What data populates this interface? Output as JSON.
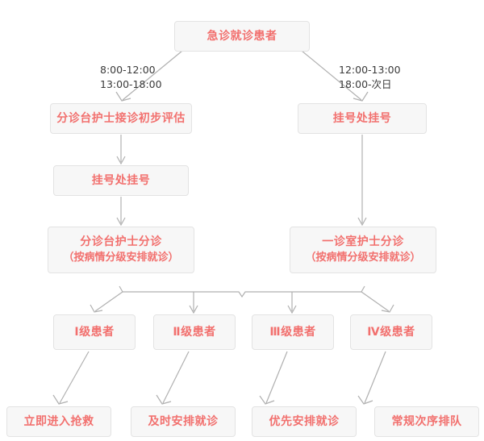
{
  "diagram": {
    "title_node": {
      "id": "root",
      "label": "急诊就诊患者"
    },
    "branch_labels": {
      "left_line1": "8:00-12:00",
      "left_line2": "13:00-18:00",
      "right_line1": "12:00-13:00",
      "right_line2": "18:00-次日"
    },
    "nodes": {
      "left_triage_assess": "分诊台护士接诊初步评估",
      "left_register": "挂号处挂号",
      "right_register": "挂号处挂号",
      "left_triage_title": "分诊台护士分诊",
      "left_triage_sub": "（按病情分级安排就诊）",
      "right_triage_title": "一诊室护士分诊",
      "right_triage_sub": "（按病情分级安排就诊）"
    },
    "levels": [
      {
        "id": "level-1",
        "label": "Ⅰ级患者"
      },
      {
        "id": "level-2",
        "label": "Ⅱ级患者"
      },
      {
        "id": "level-3",
        "label": "Ⅲ级患者"
      },
      {
        "id": "level-4",
        "label": "Ⅳ级患者"
      }
    ],
    "outcomes": [
      {
        "id": "outcome-1",
        "label": "立即进入抢救"
      },
      {
        "id": "outcome-2",
        "label": "及时安排就诊"
      },
      {
        "id": "outcome-3",
        "label": "优先安排就诊"
      },
      {
        "id": "outcome-4",
        "label": "常规次序排队"
      }
    ],
    "colors": {
      "node_text": "#f2706e",
      "node_bg": "#f7f7f7",
      "node_border": "#e3e3e3",
      "connector": "#b0b0b0",
      "label_text": "#3a3a3a",
      "page_bg": "#ffffff"
    }
  }
}
